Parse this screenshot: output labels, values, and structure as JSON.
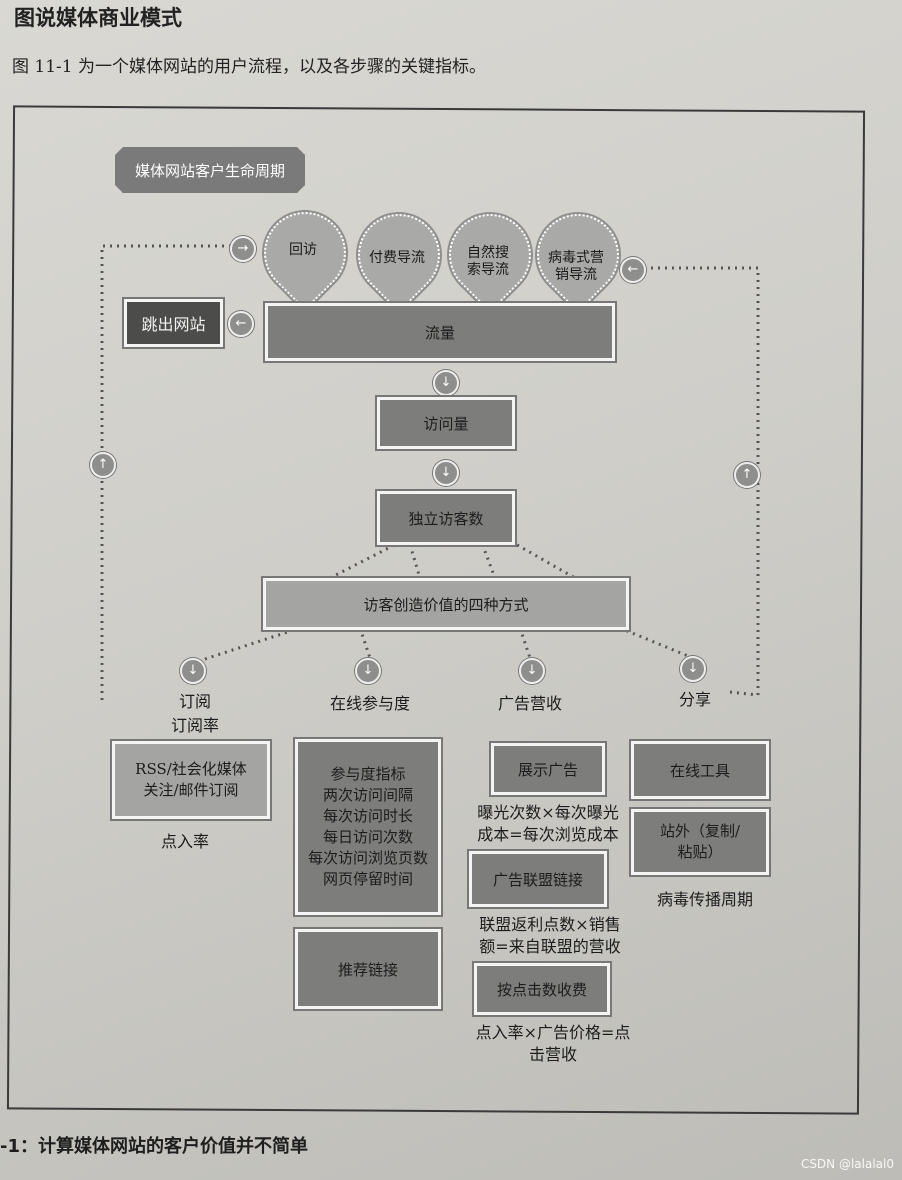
{
  "page": {
    "title": "图说媒体商业模式",
    "caption": "图 11-1 为一个媒体网站的用户流程，以及各步骤的关键指标。",
    "footer": "-1：计算媒体网站的客户价值并不简单",
    "watermark": "CSDN @lalalal0"
  },
  "diagram": {
    "lifecycle_label": "媒体网站客户生命周期",
    "sources": [
      "回访",
      "付费导流",
      "自然搜\n索导流",
      "病毒式营\n销导流"
    ],
    "bounce_label": "跳出网站",
    "traffic_label": "流量",
    "visits_label": "访问量",
    "unique_visitors_label": "独立访客数",
    "value_ways_label": "访客创造价值的四种方式",
    "branches": [
      {
        "title": "订阅\n订阅率",
        "box": "RSS/社会化媒体\n关注/邮件订阅",
        "metric": "点入率"
      },
      {
        "title": "在线参与度",
        "box": "参与度指标\n两次访问间隔\n每次访问时长\n每日访问次数\n每次访问浏览页数\n网页停留时间",
        "box2": "推荐链接"
      },
      {
        "title": "广告营收",
        "box": "展示广告",
        "metric": "曝光次数×每次曝光\n成本=每次浏览成本",
        "box2": "广告联盟链接",
        "metric2": "联盟返利点数×销售\n额=来自联盟的营收",
        "box3": "按点击数收费",
        "metric3": "点入率×广告价格=点\n击营收"
      },
      {
        "title": "分享",
        "box": "在线工具",
        "box2": "站外（复制/\n粘贴）",
        "metric": "病毒传播周期"
      }
    ]
  }
}
